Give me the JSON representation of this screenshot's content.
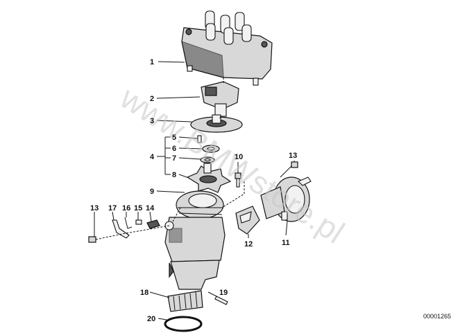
{
  "diagram": {
    "callouts": [
      "1",
      "2",
      "3",
      "4",
      "5",
      "6",
      "7",
      "8",
      "9",
      "10",
      "11",
      "12",
      "13",
      "13",
      "14",
      "15",
      "16",
      "17",
      "18",
      "19",
      "20"
    ],
    "watermark": "www.BMWstore.pl",
    "reference_number": "00001265"
  }
}
